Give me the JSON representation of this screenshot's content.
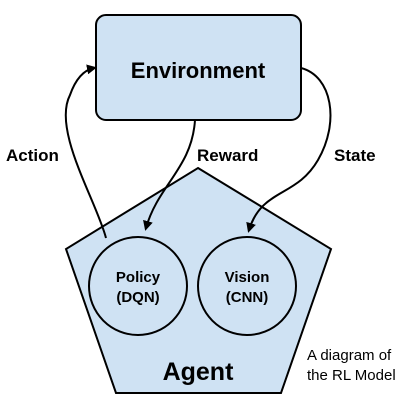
{
  "colors": {
    "node_fill": "#cfe2f3",
    "stroke": "#000000",
    "background": "#ffffff"
  },
  "environment": {
    "label": "Environment"
  },
  "agent": {
    "label": "Agent",
    "components": [
      {
        "line1": "Policy",
        "line2": "(DQN)"
      },
      {
        "line1": "Vision",
        "line2": "(CNN)"
      }
    ]
  },
  "edges": {
    "action": "Action",
    "reward": "Reward",
    "state": "State"
  },
  "caption": {
    "line1": "A diagram of",
    "line2": "the RL Model"
  }
}
